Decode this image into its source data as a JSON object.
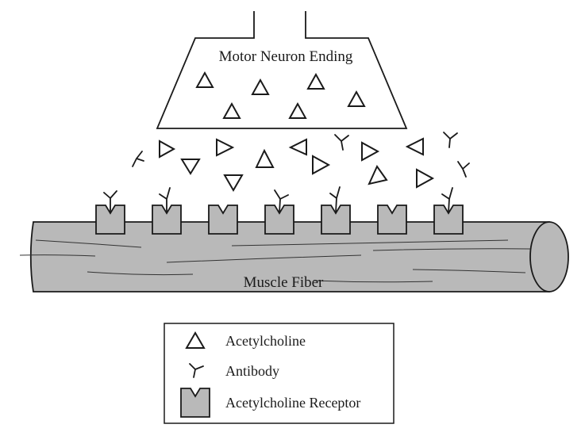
{
  "diagram": {
    "neuron_label": "Motor Neuron Ending",
    "fiber_label": "Muscle Fiber",
    "colors": {
      "fiber_fill": "#b9b9b9",
      "receptor_fill": "#b9b9b9",
      "stroke": "#1a1a1a",
      "background": "#ffffff"
    }
  },
  "legend": {
    "items": [
      {
        "icon": "triangle-icon",
        "label": "Acetylcholine"
      },
      {
        "icon": "antibody-icon",
        "label": "Antibody"
      },
      {
        "icon": "receptor-icon",
        "label": "Acetylcholine Receptor"
      }
    ]
  }
}
